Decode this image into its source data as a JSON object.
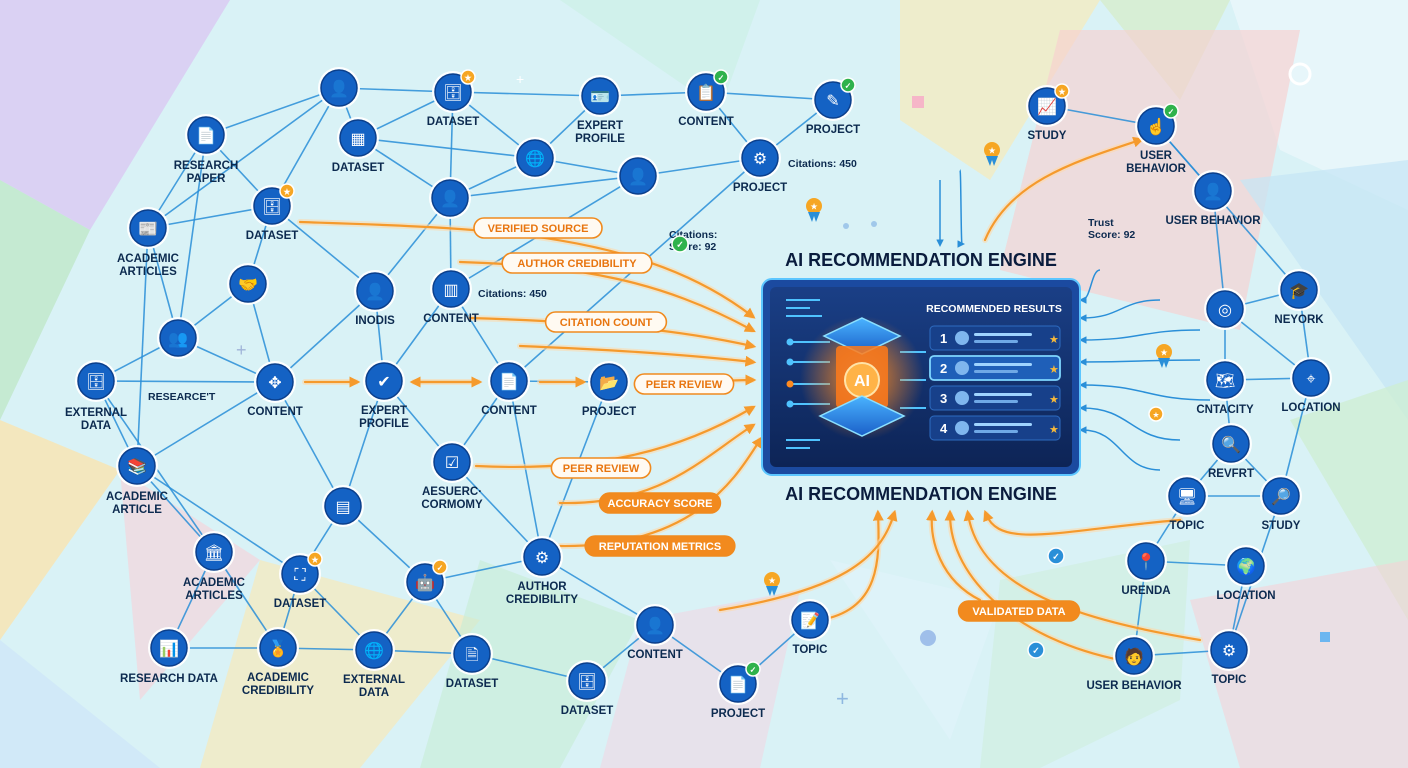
{
  "colors": {
    "node_fill": "#1462c4",
    "node_ring": "#ffffff",
    "edge": "#2a8fd8",
    "flow": "#f59a2c",
    "pill_border": "#f08a1e",
    "pill_text": "#e8750f",
    "badge_gold": "#f6a623",
    "badge_green": "#2fb24c",
    "panel_bg": "#13306b",
    "panel_inner": "#0c1f4a",
    "core_glow": "#ff8a1f"
  },
  "engine": {
    "title_top": "AI RECOMMENDATION ENGINE",
    "title_bottom": "AI RECOMMENDATION ENGINE",
    "panel_heading": "RECOMMENDED RESULTS",
    "core_label": "AI",
    "results": [
      {
        "rank": "1"
      },
      {
        "rank": "2"
      },
      {
        "rank": "3"
      },
      {
        "rank": "4"
      }
    ]
  },
  "nodes": [
    {
      "id": "n1",
      "label": "",
      "icon": "user-icon"
    },
    {
      "id": "n2",
      "label": "DATASET",
      "icon": "database-icon",
      "badge": "star"
    },
    {
      "id": "n3",
      "label": "EXPERT|PROFILE",
      "icon": "profile-card-icon"
    },
    {
      "id": "n4",
      "label": "CONTENT",
      "icon": "clipboard-icon",
      "badge": "check"
    },
    {
      "id": "n5",
      "label": "PROJECT",
      "icon": "pencil-icon",
      "badge": "check"
    },
    {
      "id": "n6",
      "label": "RESEARCH|PAPER",
      "icon": "document-icon"
    },
    {
      "id": "n7",
      "label": "DATASET",
      "icon": "server-icon"
    },
    {
      "id": "n8",
      "label": "",
      "icon": "globe-icon"
    },
    {
      "id": "n9",
      "label": "",
      "icon": "user-icon"
    },
    {
      "id": "n10",
      "label": "PROJECT",
      "icon": "user-gear-icon"
    },
    {
      "id": "n11",
      "label": "DATASET",
      "icon": "database-icon",
      "badge": "star"
    },
    {
      "id": "n12",
      "label": "",
      "icon": "user-icon"
    },
    {
      "id": "n13",
      "label": "ACADEMIC|ARTICLES",
      "icon": "article-icon"
    },
    {
      "id": "n14",
      "label": "",
      "icon": "handshake-icon"
    },
    {
      "id": "n15",
      "label": "INODIS",
      "icon": "user-icon"
    },
    {
      "id": "n16",
      "label": "CONTENT",
      "icon": "building-icon"
    },
    {
      "id": "n17",
      "label": "",
      "icon": "group-icon"
    },
    {
      "id": "n18",
      "label": "EXTERNAL|DATA",
      "icon": "database-icon"
    },
    {
      "id": "n19",
      "label": "CONTENT",
      "icon": "network-icon"
    },
    {
      "id": "n20",
      "label": "EXPERT|PROFILE",
      "icon": "check-icon"
    },
    {
      "id": "n21",
      "label": "CONTENT",
      "icon": "document-icon"
    },
    {
      "id": "n22",
      "label": "PROJECT",
      "icon": "chart-folder-icon"
    },
    {
      "id": "n23",
      "label": "AESUERC·|CORMOMY",
      "icon": "checklist-icon"
    },
    {
      "id": "n24",
      "label": "ACADEMIC|ARTICLE",
      "icon": "books-icon"
    },
    {
      "id": "n25",
      "label": "",
      "icon": "table-icon"
    },
    {
      "id": "n26",
      "label": "AUTHOR|CREDIBILITY",
      "icon": "user-gear-icon"
    },
    {
      "id": "n27",
      "label": "ACADEMIC|ARTICLES",
      "icon": "institution-icon"
    },
    {
      "id": "n28",
      "label": "DATASET",
      "icon": "org-chart-icon",
      "badge": "star"
    },
    {
      "id": "n29",
      "label": "",
      "icon": "robot-icon",
      "badge": "check-gold"
    },
    {
      "id": "n30",
      "label": "RESEARCH DATA",
      "icon": "bar-chart-icon"
    },
    {
      "id": "n31",
      "label": "ACADEMIC|CREDIBILITY",
      "icon": "award-icon"
    },
    {
      "id": "n32",
      "label": "EXTERNAL|DATA",
      "icon": "globe-icon"
    },
    {
      "id": "n33",
      "label": "DATASET",
      "icon": "file-icon"
    },
    {
      "id": "n34",
      "label": "DATASET",
      "icon": "database-icon"
    },
    {
      "id": "n35",
      "label": "CONTENT",
      "icon": "user-icon"
    },
    {
      "id": "n36",
      "label": "PROJECT",
      "icon": "document-icon",
      "badge": "check"
    },
    {
      "id": "n37",
      "label": "TOPIC",
      "icon": "pencil-note-icon"
    },
    {
      "id": "n38",
      "label": "STUDY",
      "icon": "chart-screen-icon",
      "badge": "star"
    },
    {
      "id": "n39",
      "label": "USER|BEHAVIOR",
      "icon": "pointer-icon",
      "badge": "check"
    },
    {
      "id": "n40",
      "label": "USER BEHAVIOR",
      "icon": "user-icon"
    },
    {
      "id": "n41",
      "label": "NEYORK",
      "icon": "graduation-icon"
    },
    {
      "id": "n42",
      "label": "",
      "icon": "target-icon"
    },
    {
      "id": "n43",
      "label": "CNTACITY",
      "icon": "map-icon"
    },
    {
      "id": "n44",
      "label": "LOCATION",
      "icon": "location-icon"
    },
    {
      "id": "n45",
      "label": "REVFRT",
      "icon": "report-search-icon"
    },
    {
      "id": "n46",
      "label": "TOPIC",
      "icon": "presentation-icon"
    },
    {
      "id": "n47",
      "label": "STUDY",
      "icon": "search-icon"
    },
    {
      "id": "n48",
      "label": "URENDA",
      "icon": "pin-icon"
    },
    {
      "id": "n49",
      "label": "LOCATION",
      "icon": "globe-pin-icon"
    },
    {
      "id": "n50",
      "label": "USER BEHAVIOR",
      "icon": "user-badge-icon"
    },
    {
      "id": "n51",
      "label": "TOPIC",
      "icon": "head-gear-icon"
    }
  ],
  "edges": [
    [
      "n1",
      "n2"
    ],
    [
      "n1",
      "n6"
    ],
    [
      "n1",
      "n7"
    ],
    [
      "n1",
      "n11"
    ],
    [
      "n2",
      "n3"
    ],
    [
      "n2",
      "n7"
    ],
    [
      "n2",
      "n8"
    ],
    [
      "n3",
      "n4"
    ],
    [
      "n3",
      "n8"
    ],
    [
      "n4",
      "n5"
    ],
    [
      "n4",
      "n10"
    ],
    [
      "n6",
      "n11"
    ],
    [
      "n6",
      "n13"
    ],
    [
      "n7",
      "n12"
    ],
    [
      "n7",
      "n8"
    ],
    [
      "n8",
      "n9"
    ],
    [
      "n8",
      "n12"
    ],
    [
      "n9",
      "n10"
    ],
    [
      "n9",
      "n16"
    ],
    [
      "n11",
      "n13"
    ],
    [
      "n11",
      "n14"
    ],
    [
      "n11",
      "n15"
    ],
    [
      "n12",
      "n15"
    ],
    [
      "n12",
      "n16"
    ],
    [
      "n13",
      "n17"
    ],
    [
      "n14",
      "n17"
    ],
    [
      "n14",
      "n19"
    ],
    [
      "n15",
      "n19"
    ],
    [
      "n15",
      "n20"
    ],
    [
      "n16",
      "n20"
    ],
    [
      "n16",
      "n21"
    ],
    [
      "n17",
      "n18"
    ],
    [
      "n17",
      "n19"
    ],
    [
      "n18",
      "n24"
    ],
    [
      "n18",
      "n19"
    ],
    [
      "n19",
      "n24"
    ],
    [
      "n19",
      "n25"
    ],
    [
      "n20",
      "n23"
    ],
    [
      "n20",
      "n25"
    ],
    [
      "n21",
      "n22"
    ],
    [
      "n21",
      "n23"
    ],
    [
      "n23",
      "n26"
    ],
    [
      "n24",
      "n27"
    ],
    [
      "n24",
      "n28"
    ],
    [
      "n25",
      "n28"
    ],
    [
      "n25",
      "n29"
    ],
    [
      "n26",
      "n29"
    ],
    [
      "n26",
      "n35"
    ],
    [
      "n27",
      "n30"
    ],
    [
      "n27",
      "n31"
    ],
    [
      "n28",
      "n31"
    ],
    [
      "n28",
      "n32"
    ],
    [
      "n29",
      "n32"
    ],
    [
      "n29",
      "n33"
    ],
    [
      "n30",
      "n31"
    ],
    [
      "n31",
      "n32"
    ],
    [
      "n32",
      "n33"
    ],
    [
      "n33",
      "n34"
    ],
    [
      "n34",
      "n35"
    ],
    [
      "n35",
      "n36"
    ],
    [
      "n36",
      "n37"
    ],
    [
      "n1",
      "n13"
    ],
    [
      "n6",
      "n17"
    ],
    [
      "n18",
      "n27"
    ],
    [
      "n13",
      "n24"
    ],
    [
      "n21",
      "n26"
    ],
    [
      "n22",
      "n26"
    ],
    [
      "n9",
      "n12"
    ],
    [
      "n10",
      "n21"
    ],
    [
      "n5",
      "n10"
    ],
    [
      "n2",
      "n12"
    ],
    [
      "n38",
      "n39"
    ],
    [
      "n39",
      "n40"
    ],
    [
      "n39",
      "n41"
    ],
    [
      "n40",
      "n42"
    ],
    [
      "n41",
      "n42"
    ],
    [
      "n41",
      "n44"
    ],
    [
      "n42",
      "n43"
    ],
    [
      "n42",
      "n44"
    ],
    [
      "n43",
      "n45"
    ],
    [
      "n43",
      "n44"
    ],
    [
      "n44",
      "n47"
    ],
    [
      "n45",
      "n46"
    ],
    [
      "n45",
      "n47"
    ],
    [
      "n46",
      "n47"
    ],
    [
      "n46",
      "n48"
    ],
    [
      "n48",
      "n49"
    ],
    [
      "n48",
      "n50"
    ],
    [
      "n49",
      "n51"
    ],
    [
      "n50",
      "n51"
    ],
    [
      "n47",
      "n51"
    ]
  ],
  "flow_labels": [
    {
      "id": "verified-source",
      "text": "VERIFIED SOURCE",
      "style": "outline"
    },
    {
      "id": "author-credibility",
      "text": "AUTHOR CREDIBILITY",
      "style": "outline"
    },
    {
      "id": "citation-count",
      "text": "CITATION COUNT",
      "style": "outline"
    },
    {
      "id": "peer-review-1",
      "text": "PEER REVIEW",
      "style": "outline"
    },
    {
      "id": "peer-review-2",
      "text": "PEER REVIEW",
      "style": "outline"
    },
    {
      "id": "accuracy-score",
      "text": "ACCURACY SCORE",
      "style": "solid"
    },
    {
      "id": "reputation-metrics",
      "text": "REPUTATION METRICS",
      "style": "solid"
    },
    {
      "id": "validated-data",
      "text": "VALIDATED DATA",
      "style": "solid"
    }
  ],
  "annotations": [
    {
      "id": "citations-450-a",
      "lines": [
        "Citations: 450"
      ]
    },
    {
      "id": "citations-score-92",
      "lines": [
        "Citations:",
        "Score: 92"
      ]
    },
    {
      "id": "citations-450-b",
      "lines": [
        "Citations: 450"
      ]
    },
    {
      "id": "trust-score-92",
      "lines": [
        "Trust",
        "Score: 92"
      ]
    },
    {
      "id": "researcht",
      "lines": [
        "RESEARCE'T"
      ]
    }
  ]
}
